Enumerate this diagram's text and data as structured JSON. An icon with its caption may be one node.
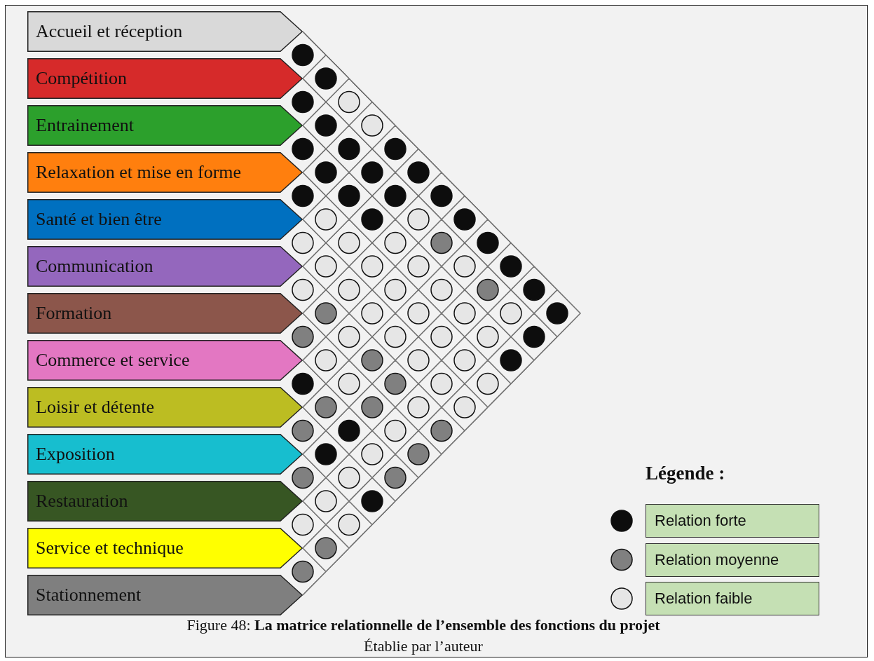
{
  "diagram": {
    "caption": "Figure 48: **La matrice relationnelle de l’ensemble des fonctions du projet**",
    "nodes": [
      {
        "text": [
          "Accueil et réception"
        ]
      },
      {
        "text": [
          "Compétition"
        ]
      },
      {
        "text": [
          "Entrainement"
        ]
      },
      {
        "text": [
          "Relaxation et mise en forme"
        ]
      },
      {
        "text": [
          "Santé et bien être"
        ]
      },
      {
        "text": [
          "Communication"
        ]
      },
      {
        "text": [
          "Formation"
        ]
      },
      {
        "text": [
          "Commerce et service"
        ]
      },
      {
        "text": [
          "Loisir et détente"
        ]
      },
      {
        "text": [
          "Exposition"
        ]
      },
      {
        "text": [
          "Restauration"
        ]
      },
      {
        "text": [
          "Service et technique"
        ]
      },
      {
        "text": [
          "Stationnement"
        ]
      }
    ],
    "edges": [
      {
        "from": 0,
        "to": 1,
        "arrow": "none",
        "color": "#0d0d0d"
      },
      {
        "from": 0,
        "to": 2,
        "arrow": "none",
        "color": "#0d0d0d"
      },
      {
        "from": 0,
        "to": 3,
        "arrow": "none"
      },
      {
        "from": 0,
        "to": 4,
        "arrow": "none"
      },
      {
        "from": 0,
        "to": 5,
        "arrow": "none",
        "color": "#0d0d0d"
      },
      {
        "from": 0,
        "to": 6,
        "arrow": "none",
        "color": "#0d0d0d"
      },
      {
        "from": 0,
        "to": 7,
        "arrow": "none",
        "color": "#0d0d0d"
      },
      {
        "from": 0,
        "to": 8,
        "arrow": "none",
        "color": "#0d0d0d"
      },
      {
        "from": 0,
        "to": 9,
        "arrow": "none",
        "color": "#0d0d0d"
      },
      {
        "from": 0,
        "to": 10,
        "arrow": "none",
        "color": "#0d0d0d"
      },
      {
        "from": 0,
        "to": 11,
        "arrow": "none",
        "color": "#0d0d0d"
      },
      {
        "from": 0,
        "to": 12,
        "arrow": "none",
        "color": "#0d0d0d"
      },
      {
        "from": 1,
        "to": 2,
        "arrow": "none",
        "color": "#0d0d0d"
      },
      {
        "from": 1,
        "to": 3,
        "arrow": "none",
        "color": "#0d0d0d"
      },
      {
        "from": 1,
        "to": 4,
        "arrow": "none",
        "color": "#0d0d0d"
      },
      {
        "from": 1,
        "to": 5,
        "arrow": "none",
        "color": "#0d0d0d"
      },
      {
        "from": 1,
        "to": 6,
        "arrow": "none",
        "color": "#0d0d0d"
      },
      {
        "from": 1,
        "to": 7,
        "arrow": "none"
      },
      {
        "from": 1,
        "to": 8,
        "arrow": "none",
        "color": "#808080"
      },
      {
        "from": 1,
        "to": 9,
        "arrow": "none"
      },
      {
        "from": 1,
        "to": 10,
        "arrow": "none",
        "color": "#808080"
      },
      {
        "from": 1,
        "to": 11,
        "arrow": "none"
      },
      {
        "from": 1,
        "to": 12,
        "arrow": "none",
        "color": "#0d0d0d"
      },
      {
        "from": 2,
        "to": 3,
        "arrow": "none",
        "color": "#0d0d0d"
      },
      {
        "from": 2,
        "to": 4,
        "arrow": "none",
        "color": "#0d0d0d"
      },
      {
        "from": 2,
        "to": 5,
        "arrow": "none",
        "color": "#0d0d0d"
      },
      {
        "from": 2,
        "to": 6,
        "arrow": "none",
        "color": "#0d0d0d"
      },
      {
        "from": 2,
        "to": 7,
        "arrow": "none"
      },
      {
        "from": 2,
        "to": 8,
        "arrow": "none"
      },
      {
        "from": 2,
        "to": 9,
        "arrow": "none"
      },
      {
        "from": 2,
        "to": 10,
        "arrow": "none"
      },
      {
        "from": 2,
        "to": 11,
        "arrow": "none"
      },
      {
        "from": 2,
        "to": 12,
        "arrow": "none",
        "color": "#0d0d0d"
      },
      {
        "from": 3,
        "to": 4,
        "arrow": "none",
        "color": "#0d0d0d"
      },
      {
        "from": 3,
        "to": 5,
        "arrow": "none"
      },
      {
        "from": 3,
        "to": 6,
        "arrow": "none"
      },
      {
        "from": 3,
        "to": 7,
        "arrow": "none"
      },
      {
        "from": 3,
        "to": 8,
        "arrow": "none"
      },
      {
        "from": 3,
        "to": 9,
        "arrow": "none"
      },
      {
        "from": 3,
        "to": 10,
        "arrow": "none"
      },
      {
        "from": 3,
        "to": 11,
        "arrow": "none"
      },
      {
        "from": 3,
        "to": 12,
        "arrow": "none"
      },
      {
        "from": 4,
        "to": 5,
        "arrow": "none"
      },
      {
        "from": 4,
        "to": 6,
        "arrow": "none"
      },
      {
        "from": 4,
        "to": 7,
        "arrow": "none"
      },
      {
        "from": 4,
        "to": 8,
        "arrow": "none"
      },
      {
        "from": 4,
        "to": 9,
        "arrow": "none"
      },
      {
        "from": 4,
        "to": 10,
        "arrow": "none"
      },
      {
        "from": 4,
        "to": 11,
        "arrow": "none"
      },
      {
        "from": 4,
        "to": 12,
        "arrow": "none"
      },
      {
        "from": 5,
        "to": 6,
        "arrow": "none"
      },
      {
        "from": 5,
        "to": 7,
        "arrow": "none",
        "color": "#808080"
      },
      {
        "from": 5,
        "to": 8,
        "arrow": "none"
      },
      {
        "from": 5,
        "to": 9,
        "arrow": "none",
        "color": "#808080"
      },
      {
        "from": 5,
        "to": 10,
        "arrow": "none",
        "color": "#808080"
      },
      {
        "from": 5,
        "to": 11,
        "arrow": "none"
      },
      {
        "from": 5,
        "to": 12,
        "arrow": "none",
        "color": "#808080"
      },
      {
        "from": 6,
        "to": 7,
        "arrow": "none",
        "color": "#808080"
      },
      {
        "from": 6,
        "to": 8,
        "arrow": "none"
      },
      {
        "from": 6,
        "to": 9,
        "arrow": "none"
      },
      {
        "from": 6,
        "to": 10,
        "arrow": "none",
        "color": "#808080"
      },
      {
        "from": 6,
        "to": 11,
        "arrow": "none"
      },
      {
        "from": 6,
        "to": 12,
        "arrow": "none",
        "color": "#808080"
      },
      {
        "from": 7,
        "to": 8,
        "arrow": "none",
        "color": "#0d0d0d"
      },
      {
        "from": 7,
        "to": 9,
        "arrow": "none",
        "color": "#808080"
      },
      {
        "from": 7,
        "to": 10,
        "arrow": "none",
        "color": "#0d0d0d"
      },
      {
        "from": 7,
        "to": 11,
        "arrow": "none"
      },
      {
        "from": 7,
        "to": 12,
        "arrow": "none",
        "color": "#808080"
      },
      {
        "from": 8,
        "to": 9,
        "arrow": "none",
        "color": "#808080"
      },
      {
        "from": 8,
        "to": 10,
        "arrow": "none",
        "color": "#0d0d0d"
      },
      {
        "from": 8,
        "to": 11,
        "arrow": "none"
      },
      {
        "from": 8,
        "to": 12,
        "arrow": "none",
        "color": "#0d0d0d"
      },
      {
        "from": 9,
        "to": 10,
        "arrow": "none",
        "color": "#808080"
      },
      {
        "from": 9,
        "to": 11,
        "arrow": "none"
      },
      {
        "from": 9,
        "to": 12,
        "arrow": "none"
      },
      {
        "from": 10,
        "to": 11,
        "arrow": "none"
      },
      {
        "from": 10,
        "to": 12,
        "arrow": "none",
        "color": "#808080"
      },
      {
        "from": 11,
        "to": 12,
        "arrow": "none",
        "color": "#808080"
      }
    ],
    "labels": [
      "Légende :",
      "Établie par l’auteur"
    ],
    "legend": [
      {
        "text": "Relation forte",
        "color": "#0d0d0d"
      },
      {
        "text": "Relation moyenne",
        "color": "#808080"
      },
      {
        "text": "Relation faible",
        "color": "#e6e6e6"
      }
    ]
  }
}
